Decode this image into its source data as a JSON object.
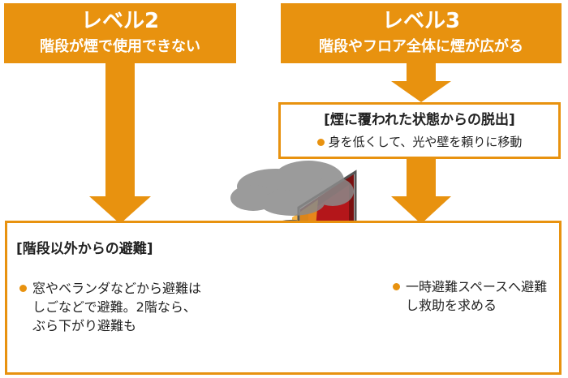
{
  "level2": {
    "title": "レベル2",
    "subtitle": "階段が煙で使用できない"
  },
  "level3": {
    "title": "レベル3",
    "subtitle": "階段やフロア全体に煙が広がる"
  },
  "smoke_escape": {
    "heading": "[煙に覆われた状態からの脱出]",
    "text": "身を低くして、光や壁を頼りに移動"
  },
  "evacuation": {
    "heading": "[階段以外からの避難]",
    "left_text": "窓やベランダなどから避難はしごなどで避難。2階なら、ぶら下がり避難も",
    "right_text": "一時避難スペースへ避難し救助を求める"
  },
  "colors": {
    "accent": "#e8920f",
    "wrong": "#d7262e",
    "right": "#1a8fd0"
  },
  "icons": {
    "wrong": "cross-mark-icon",
    "right": "circle-mark-icon"
  }
}
